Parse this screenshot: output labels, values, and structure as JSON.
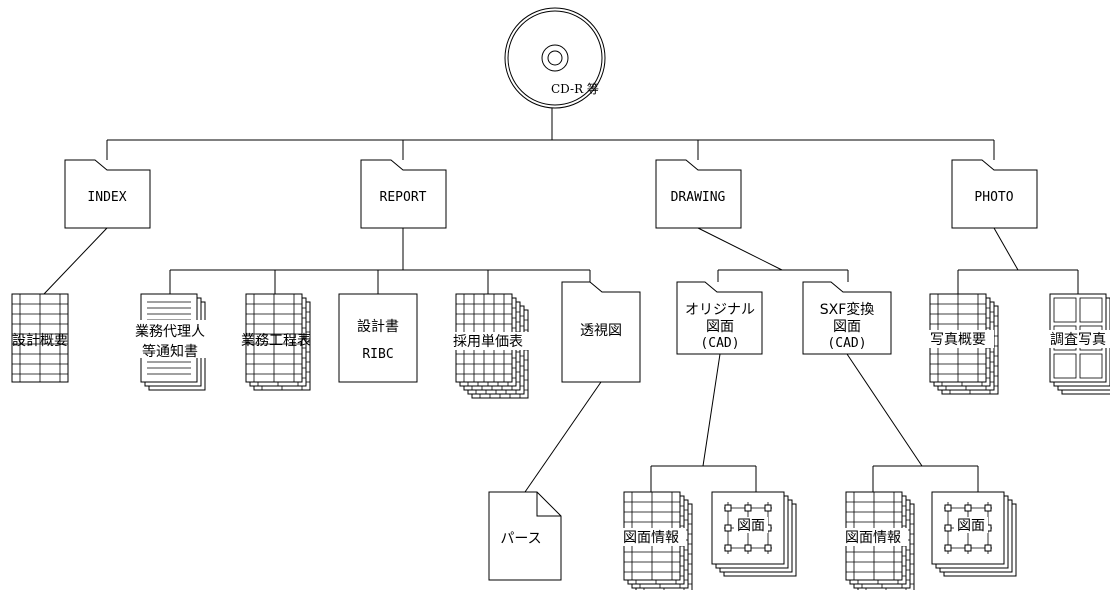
{
  "root": {
    "label": "CD-R 等"
  },
  "folders": {
    "index": "INDEX",
    "report": "REPORT",
    "drawing": "DRAWING",
    "photo": "PHOTO"
  },
  "index_files": {
    "sekkei_gaiyou": "設計概要"
  },
  "report_items": {
    "gyomu_dairinin_line1": "業務代理人",
    "gyomu_dairinin_line2": "等通知書",
    "gyomu_koutei": "業務工程表",
    "sekkeisho_line1": "設計書",
    "sekkeisho_line2": "RIBC",
    "saiyou_tanka": "採用単価表",
    "toushi_zu": "透視図",
    "paasu": "パース"
  },
  "drawing_items": {
    "original_line1": "オリジナル",
    "original_line2": "図面",
    "original_line3": "(CAD)",
    "sxf_line1": "SXF変換",
    "sxf_line2": "図面",
    "sxf_line3": "(CAD)",
    "orig_zumen_jouhou": "図面情報",
    "orig_zumen": "図面",
    "sxf_zumen_jouhou": "図面情報",
    "sxf_zumen": "図面"
  },
  "photo_items": {
    "shashin_gaiyou": "写真概要",
    "chousa_shashin": "調査写真"
  }
}
